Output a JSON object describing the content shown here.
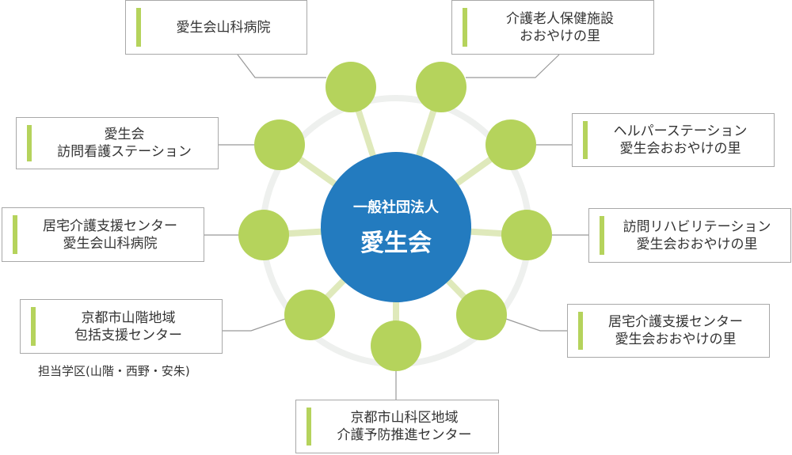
{
  "center": {
    "subtitle": "一般社団法人",
    "title": "愛生会"
  },
  "colors": {
    "center": "#237bbf",
    "node": "#b5d35c",
    "spoke": "#dfe9bb",
    "ring": "#eef0ee",
    "connector": "#999999"
  },
  "facilities": [
    {
      "lines": [
        "愛生会山科病院"
      ]
    },
    {
      "lines": [
        "介護老人保健施設",
        "おおやけの里"
      ]
    },
    {
      "lines": [
        "ヘルパーステーション",
        "愛生会おおやけの里"
      ]
    },
    {
      "lines": [
        "訪問リハビリテーション",
        "愛生会おおやけの里"
      ]
    },
    {
      "lines": [
        "居宅介護支援センター",
        "愛生会おおやけの里"
      ]
    },
    {
      "lines": [
        "京都市山科区地域",
        "介護予防推進センター"
      ]
    },
    {
      "lines": [
        "京都市山階地域",
        "包括支援センター"
      ],
      "note": "担当学区(山階・西野・安朱)"
    },
    {
      "lines": [
        "居宅介護支援センター",
        "愛生会山科病院"
      ]
    },
    {
      "lines": [
        "愛生会",
        "訪問看護ステーション"
      ]
    }
  ]
}
